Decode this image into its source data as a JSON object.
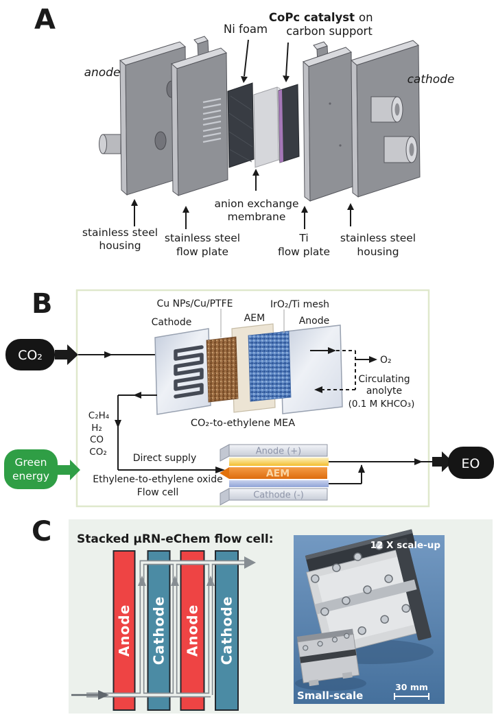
{
  "figure": {
    "a": {
      "panel_letter": "A",
      "anode": "anode",
      "cathode": "cathode",
      "ni_foam": "Ni foam",
      "copc_catalyst": "CoPc catalyst",
      "copc_on": "on",
      "carbon_support": "carbon support",
      "aem_line1": "anion exchange",
      "aem_line2": "membrane",
      "housing_left_line1": "stainless steel",
      "housing_left_line2": "housing",
      "flow_plate_line1": "stainless steel",
      "flow_plate_line2": "flow plate",
      "ti_line1": "Ti",
      "ti_line2": "flow plate",
      "housing_right_line1": "stainless steel",
      "housing_right_line2": "housing",
      "copc_color": "#a678b8"
    },
    "b": {
      "panel_letter": "B",
      "co2_input": "CO₂",
      "green_line1": "Green",
      "green_line2": "energy",
      "green_color": "#2f9e45",
      "cathode_label": "Cathode",
      "cu_label": "Cu NPs/Cu/PTFE",
      "aem_label": "AEM",
      "iro2_label": "IrO₂/Ti mesh",
      "anode_label": "Anode",
      "mea_caption": "CO₂-to-ethylene MEA",
      "o2": "O₂",
      "circulating_line1": "Circulating",
      "circulating_line2": "anolyte",
      "circulating_line3": "(0.1 M KHCO₃)",
      "product1": "C₂H₄",
      "product2": "H₂",
      "product3": "CO",
      "product4": "CO₂",
      "direct_supply": "Direct supply",
      "flowcell_line1": "Ethylene-to-ethylene oxide",
      "flowcell_line2": "Flow cell",
      "bar_anode": "Anode (+)",
      "bar_aem": "AEM",
      "bar_cathode": "Cathode (-)",
      "eo_output": "EO"
    },
    "c": {
      "panel_letter": "C",
      "title": "Stacked μRN-eChem flow cell:",
      "bars": [
        "Anode",
        "Cathode",
        "Anode",
        "Cathode"
      ],
      "anode_color": "#ee4444",
      "cathode_color": "#4b8ba4",
      "photo_label_large": "12 X scale-up",
      "photo_label_small": "Small-scale",
      "scale_bar_label": "30 mm"
    }
  }
}
